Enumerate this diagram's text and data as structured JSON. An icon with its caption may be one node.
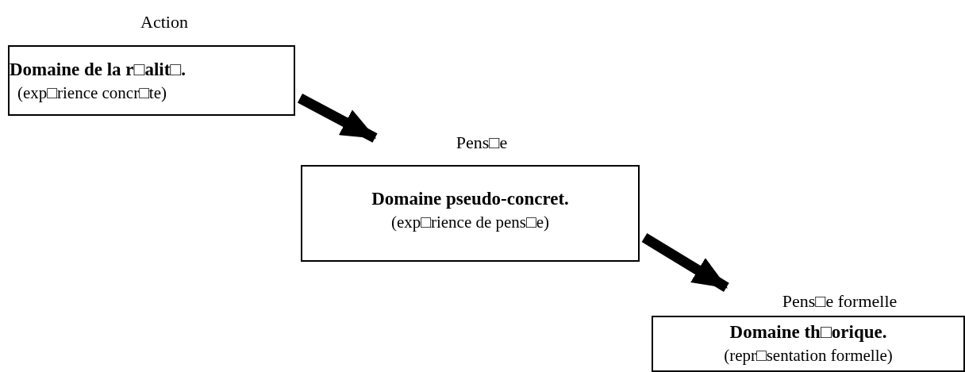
{
  "diagram": {
    "nodes": [
      {
        "text": [
          "Action",
          "Domaine de la r□alit□.",
          "(exp□rience concr□te)"
        ]
      },
      {
        "text": [
          "Pens□e",
          "Domaine pseudo-concret.",
          "(exp□rience de pens□e)"
        ]
      },
      {
        "text": [
          "Pens□e formelle",
          "Domaine th□orique.",
          "(repr□sentation formelle)"
        ]
      }
    ],
    "edges": [
      {
        "from": 0,
        "to": 1,
        "arrow": "to"
      },
      {
        "from": 1,
        "to": 2,
        "arrow": "to"
      }
    ]
  }
}
